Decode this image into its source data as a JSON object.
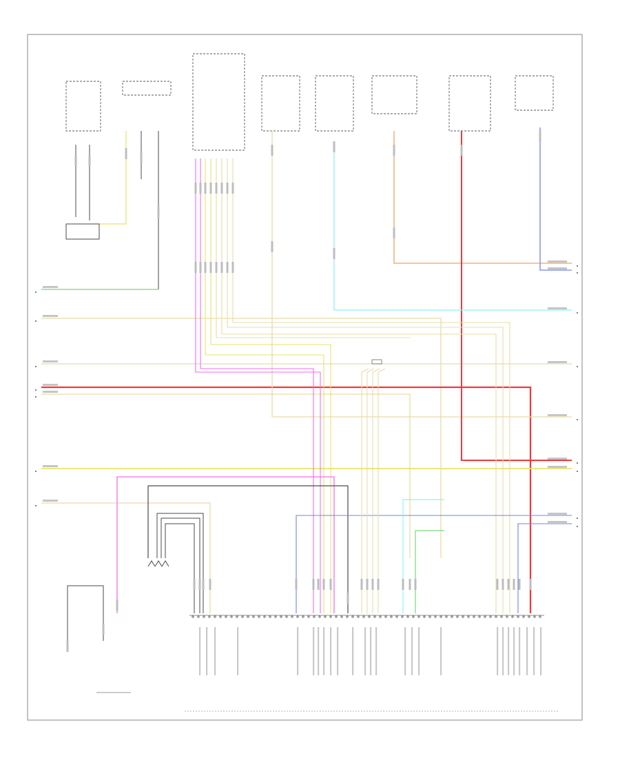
{
  "diagram": {
    "footer_text": "",
    "colors": {
      "tan": "#e8dca8",
      "yellow": "#e6e46a",
      "pink": "#f36cf0",
      "red": "#f2383a",
      "orange": "#f5a05e",
      "green": "#7cd77c",
      "cyan": "#8ef2f2",
      "blue": "#6f80f2",
      "dark": "#4a4a4a",
      "frame": "#9a9a9a"
    },
    "wire_color_names": [
      "tan",
      "yellow",
      "pink",
      "red",
      "orange",
      "green",
      "cyan",
      "blue",
      "dark"
    ]
  }
}
